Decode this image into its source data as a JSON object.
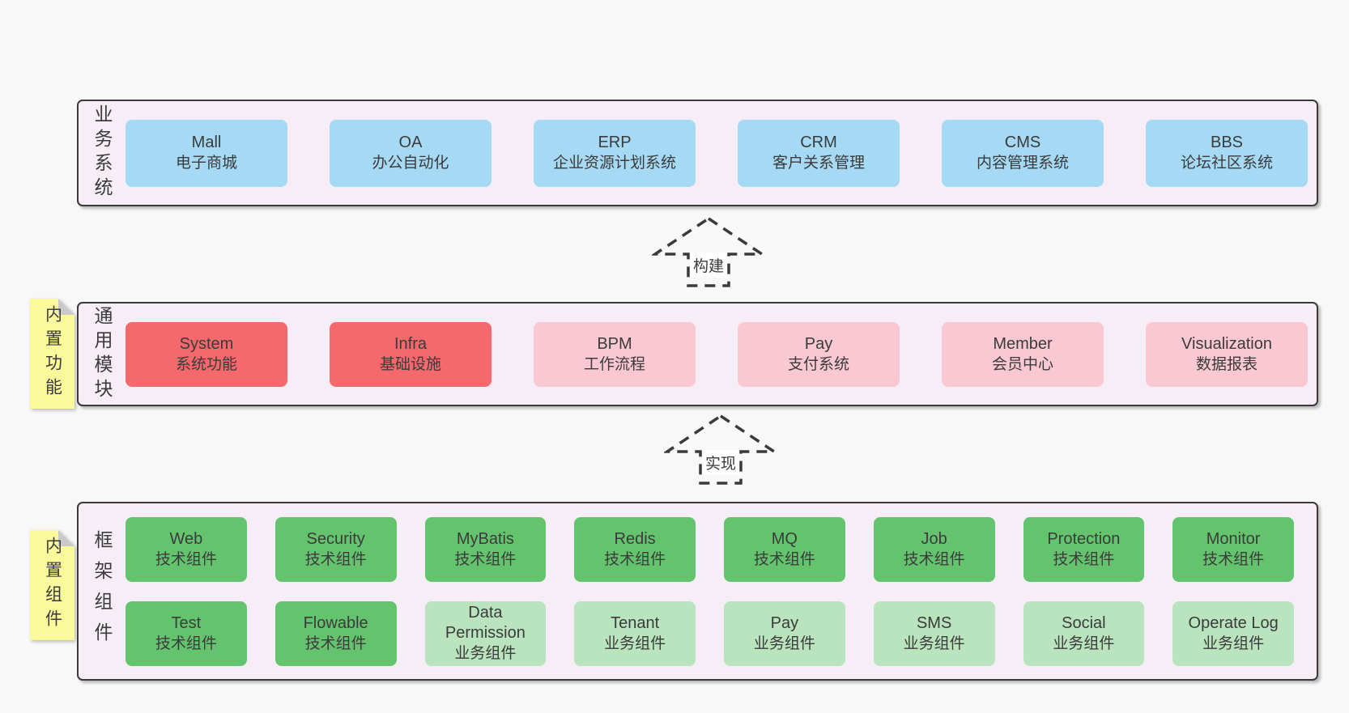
{
  "diagram": {
    "description": "layered architecture diagram",
    "background": "#f8f8f8"
  },
  "colors": {
    "layer_bg": "#f7edf6",
    "layer_border": "#3a3a3a",
    "blue_box": "#a6d9f3",
    "red_box": "#f5696c",
    "pink_box": "#fac8d2",
    "green_box": "#64c46e",
    "light_green_box": "#b9e4bd",
    "sticky_note": "#faf99c",
    "sticky_fold": "#c9c9c9",
    "text": "#3b3b3b"
  },
  "layers": [
    {
      "label": "业务系统",
      "boxes": [
        {
          "title": "Mall",
          "subtitle": "电子商城"
        },
        {
          "title": "OA",
          "subtitle": "办公自动化"
        },
        {
          "title": "ERP",
          "subtitle": "企业资源计划系统"
        },
        {
          "title": "CRM",
          "subtitle": "客户关系管理"
        },
        {
          "title": "CMS",
          "subtitle": "内容管理系统"
        },
        {
          "title": "BBS",
          "subtitle": "论坛社区系统"
        }
      ]
    },
    {
      "label": "通用模块",
      "tag": "内置功能",
      "boxes": [
        {
          "title": "System",
          "subtitle": "系统功能"
        },
        {
          "title": "Infra",
          "subtitle": "基础设施"
        },
        {
          "title": "BPM",
          "subtitle": "工作流程"
        },
        {
          "title": "Pay",
          "subtitle": "支付系统"
        },
        {
          "title": "Member",
          "subtitle": "会员中心"
        },
        {
          "title": "Visualization",
          "subtitle": "数据报表"
        }
      ]
    },
    {
      "label": "框架组件",
      "tag": "内置组件",
      "rows": [
        [
          {
            "title": "Web",
            "subtitle": "技术组件"
          },
          {
            "title": "Security",
            "subtitle": "技术组件"
          },
          {
            "title": "MyBatis",
            "subtitle": "技术组件"
          },
          {
            "title": "Redis",
            "subtitle": "技术组件"
          },
          {
            "title": "MQ",
            "subtitle": "技术组件"
          },
          {
            "title": "Job",
            "subtitle": "技术组件"
          },
          {
            "title": "Protection",
            "subtitle": "技术组件"
          },
          {
            "title": "Monitor",
            "subtitle": "技术组件"
          }
        ],
        [
          {
            "title": "Test",
            "subtitle": "技术组件"
          },
          {
            "title": "Flowable",
            "subtitle": "技术组件"
          },
          {
            "title": "Data Permission",
            "subtitle": "业务组件"
          },
          {
            "title": "Tenant",
            "subtitle": "业务组件"
          },
          {
            "title": "Pay",
            "subtitle": "业务组件"
          },
          {
            "title": "SMS",
            "subtitle": "业务组件"
          },
          {
            "title": "Social",
            "subtitle": "业务组件"
          },
          {
            "title": "Operate Log",
            "subtitle": "业务组件"
          }
        ]
      ]
    }
  ],
  "arrows": [
    {
      "label": "构建"
    },
    {
      "label": "实现"
    }
  ]
}
